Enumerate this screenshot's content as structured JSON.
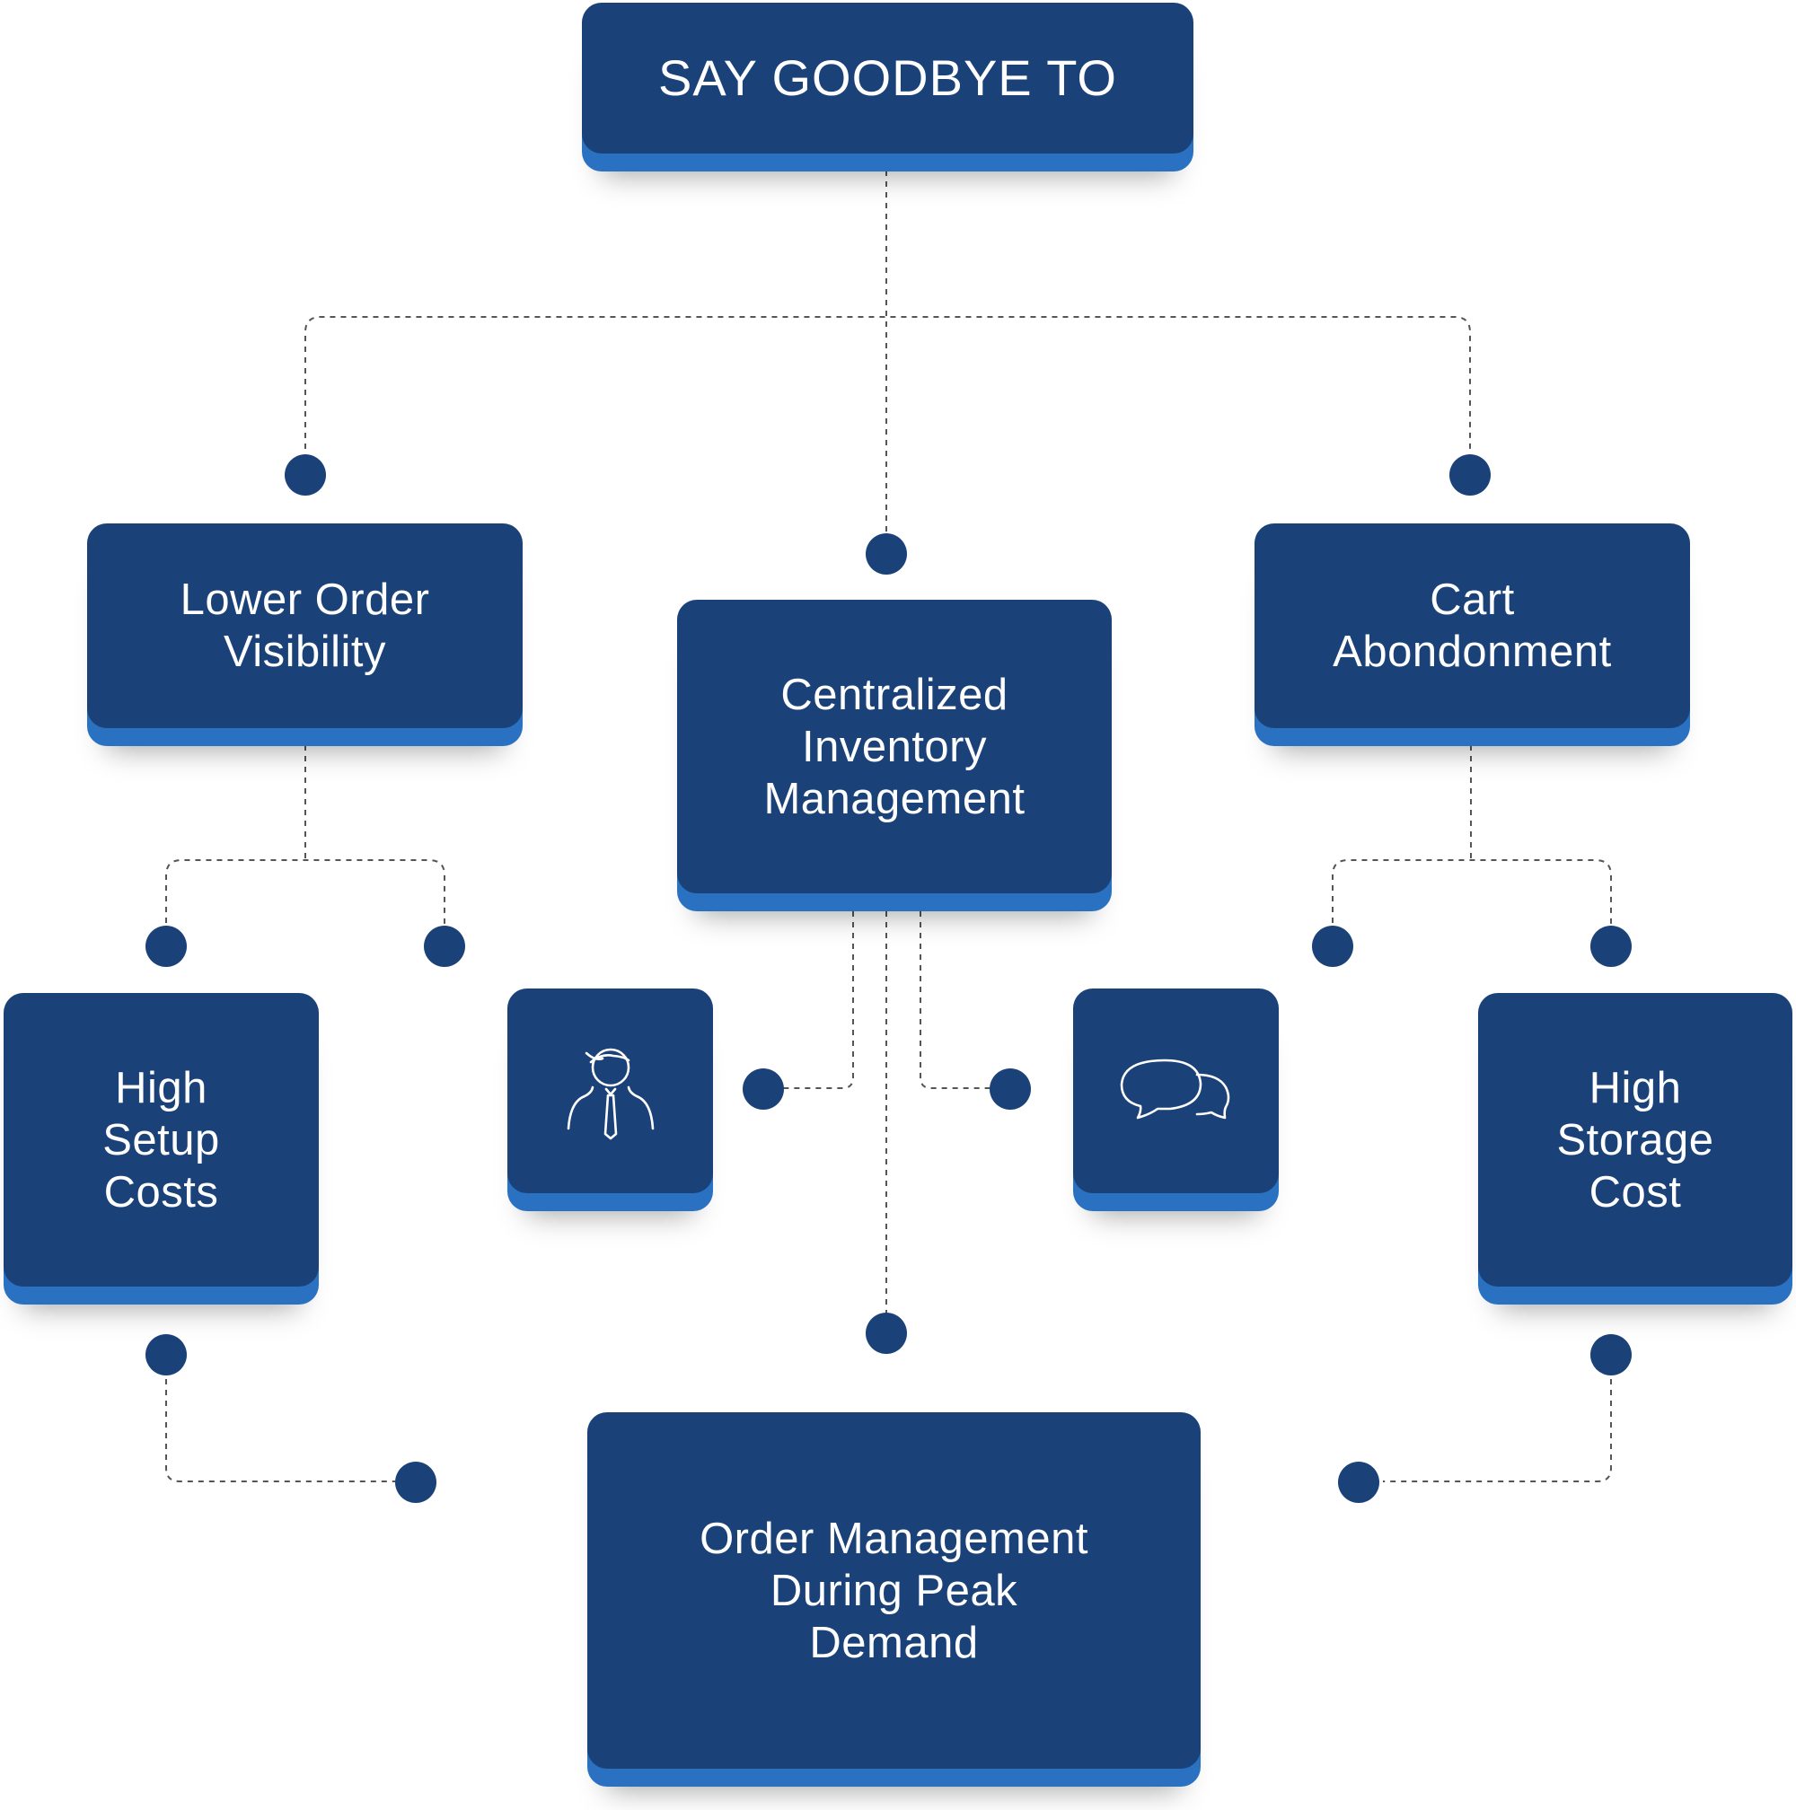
{
  "diagram": {
    "title": "SAY GOODBYE TO",
    "nodes": [
      {
        "id": "lower-order-visibility",
        "label": "Lower Order\nVisibility"
      },
      {
        "id": "centralized-inventory",
        "label": "Centralized\nInventory\nManagement"
      },
      {
        "id": "cart-abandonment",
        "label": "Cart\nAbondonment"
      },
      {
        "id": "high-setup-costs",
        "label": "High\nSetup\nCosts"
      },
      {
        "id": "high-storage-cost",
        "label": "High\nStorage\nCost"
      },
      {
        "id": "order-management-peak",
        "label": "Order Management\nDuring Peak\nDemand"
      }
    ],
    "icons": [
      {
        "id": "person",
        "icon": "businessman-icon"
      },
      {
        "id": "chat",
        "icon": "chat-bubbles-icon"
      }
    ],
    "colors": {
      "card": "#1a4279",
      "card_edge": "#2a72c1",
      "dot": "#1a4279",
      "connector": "#555555",
      "text": "#ffffff"
    }
  }
}
